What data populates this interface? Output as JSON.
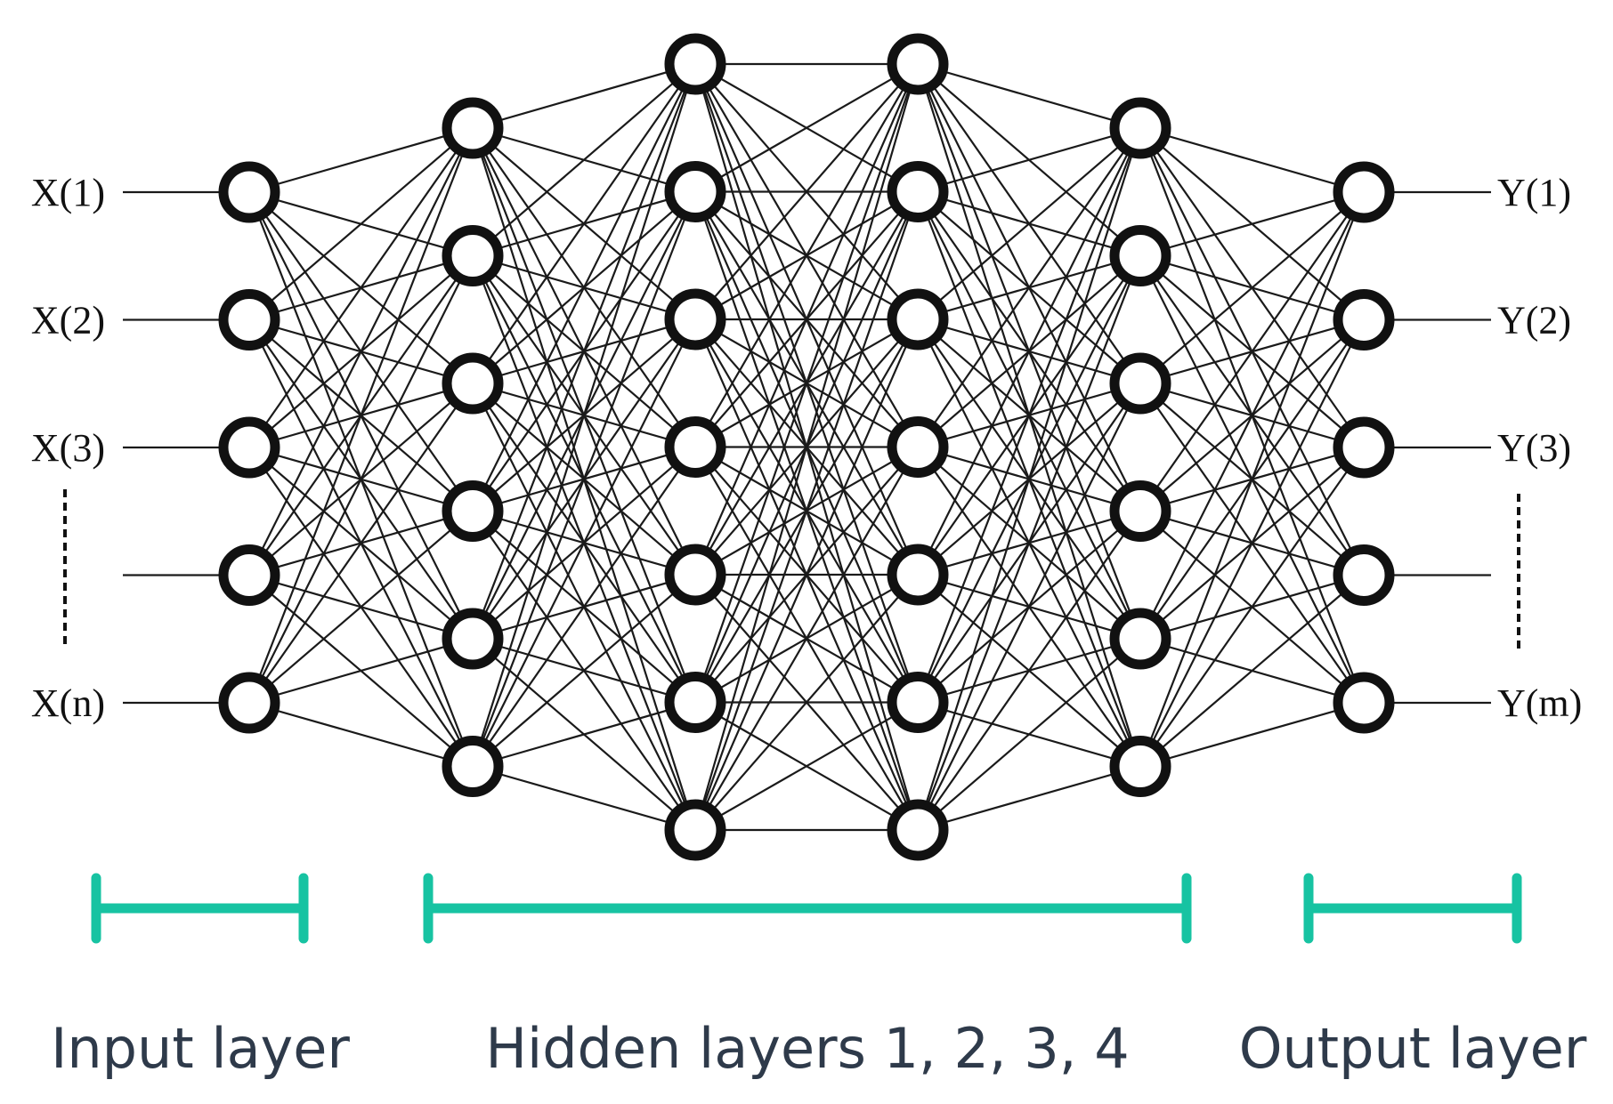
{
  "diagram": {
    "input_labels": [
      "X(1)",
      "X(2)",
      "X(3)",
      "",
      "X(n)"
    ],
    "output_labels": [
      "Y(1)",
      "Y(2)",
      "Y(3)",
      "",
      "Y(m)"
    ],
    "layer_node_counts": [
      5,
      6,
      7,
      7,
      6,
      5
    ],
    "groups": [
      {
        "label": "Input layer"
      },
      {
        "label": "Hidden layers 1, 2, 3, 4"
      },
      {
        "label": "Output layer"
      }
    ],
    "colors": {
      "bracket": "#17c3a2",
      "node_stroke": "#111111",
      "edge": "#1a1a1a",
      "group_text": "#2e3a4a"
    }
  }
}
